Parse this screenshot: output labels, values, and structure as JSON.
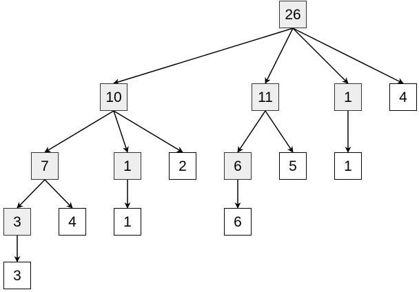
{
  "colors": {
    "internal_fill": "#eeeeee",
    "leaf_fill": "#ffffff",
    "stroke": "#000000"
  },
  "tree": {
    "nodes": [
      {
        "id": "n26",
        "label": "26",
        "kind": "internal"
      },
      {
        "id": "n10",
        "label": "10",
        "kind": "internal"
      },
      {
        "id": "n11",
        "label": "11",
        "kind": "internal"
      },
      {
        "id": "n1a",
        "label": "1",
        "kind": "internal"
      },
      {
        "id": "n4a",
        "label": "4",
        "kind": "leaf"
      },
      {
        "id": "n7",
        "label": "7",
        "kind": "internal"
      },
      {
        "id": "n1b",
        "label": "1",
        "kind": "internal"
      },
      {
        "id": "n2",
        "label": "2",
        "kind": "leaf"
      },
      {
        "id": "n6a",
        "label": "6",
        "kind": "internal"
      },
      {
        "id": "n5",
        "label": "5",
        "kind": "leaf"
      },
      {
        "id": "n1c",
        "label": "1",
        "kind": "leaf"
      },
      {
        "id": "n3a",
        "label": "3",
        "kind": "internal"
      },
      {
        "id": "n4b",
        "label": "4",
        "kind": "leaf"
      },
      {
        "id": "n1d",
        "label": "1",
        "kind": "leaf"
      },
      {
        "id": "n6b",
        "label": "6",
        "kind": "leaf"
      },
      {
        "id": "n3b",
        "label": "3",
        "kind": "leaf"
      }
    ],
    "edges": [
      [
        "n26",
        "n10"
      ],
      [
        "n26",
        "n11"
      ],
      [
        "n26",
        "n1a"
      ],
      [
        "n26",
        "n4a"
      ],
      [
        "n10",
        "n7"
      ],
      [
        "n10",
        "n1b"
      ],
      [
        "n10",
        "n2"
      ],
      [
        "n11",
        "n6a"
      ],
      [
        "n11",
        "n5"
      ],
      [
        "n1a",
        "n1c"
      ],
      [
        "n7",
        "n3a"
      ],
      [
        "n7",
        "n4b"
      ],
      [
        "n1b",
        "n1d"
      ],
      [
        "n6a",
        "n6b"
      ],
      [
        "n3a",
        "n3b"
      ]
    ]
  }
}
